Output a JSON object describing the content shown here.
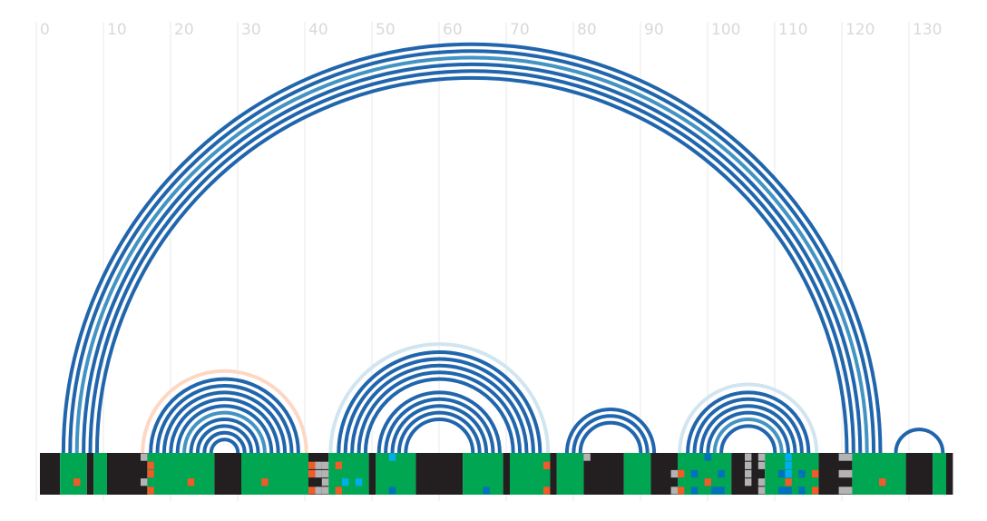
{
  "chart_data": {
    "type": "arc",
    "xlim": [
      0,
      133
    ],
    "x_ticks": [
      0,
      10,
      20,
      30,
      40,
      50,
      60,
      70,
      80,
      90,
      100,
      110,
      120,
      130
    ],
    "grid": true,
    "colors": {
      "arc_main": "#2166ac",
      "arc_mid": "#4393c3",
      "halo_orange": "#fcd8c4",
      "halo_blue": "#d1e5f0",
      "track_black": "#231f20",
      "track_green": "#00a651",
      "mark_orange": "#f15a29",
      "mark_grey": "#b3b3b3",
      "mark_cyan": "#00aeef",
      "mark_blue": "#0072bc"
    },
    "arc_groups": [
      {
        "name": "",
        "halo": null,
        "arcs": [
          [
            3.5,
            125.2,
            "main"
          ],
          [
            4.5,
            124.2,
            "main"
          ],
          [
            5.5,
            123.2,
            "mid"
          ],
          [
            6.5,
            122.2,
            "main"
          ],
          [
            7.5,
            121.2,
            "main"
          ],
          [
            8.5,
            120.2,
            "main"
          ]
        ]
      },
      {
        "name": "",
        "halo": "halo_orange",
        "arcs": [
          [
            16.5,
            38.5,
            "main"
          ],
          [
            17.5,
            37.5,
            "main"
          ],
          [
            18.5,
            36.5,
            "main"
          ],
          [
            19.5,
            35.5,
            "main"
          ],
          [
            20.5,
            34.5,
            "main"
          ],
          [
            21.5,
            33.5,
            "mid"
          ],
          [
            22.5,
            32.5,
            "main"
          ],
          [
            23.5,
            31.5,
            "main"
          ],
          [
            24.5,
            30.5,
            "main"
          ],
          [
            25.5,
            29.5,
            "main"
          ]
        ]
      },
      {
        "name": "",
        "halo": "halo_blue",
        "arcs": [
          [
            44.5,
            74.5,
            "main"
          ],
          [
            45.5,
            73.5,
            "main"
          ],
          [
            46.5,
            72.5,
            "main"
          ],
          [
            47.5,
            71.5,
            "main"
          ],
          [
            48.5,
            70.5,
            "main"
          ],
          [
            50.5,
            68.5,
            "main"
          ],
          [
            51.5,
            67.5,
            "main"
          ],
          [
            52.5,
            66.5,
            "main"
          ],
          [
            53.5,
            65.5,
            "main"
          ],
          [
            54.5,
            64.5,
            "main"
          ]
        ]
      },
      {
        "name": "",
        "halo": null,
        "arcs": [
          [
            78.5,
            91.5,
            "main"
          ],
          [
            79.5,
            90.5,
            "main"
          ],
          [
            80.5,
            89.5,
            "main"
          ]
        ]
      },
      {
        "name": "",
        "halo": "halo_blue",
        "arcs": [
          [
            96.5,
            114.5,
            "main"
          ],
          [
            97.5,
            113.5,
            "main"
          ],
          [
            98.5,
            112.5,
            "main"
          ],
          [
            99.5,
            111.5,
            "main"
          ],
          [
            100.5,
            110.5,
            "mid"
          ],
          [
            101.5,
            109.5,
            "main"
          ]
        ]
      },
      {
        "name": "",
        "halo": null,
        "arcs": [
          [
            127.5,
            134.5,
            "main"
          ]
        ]
      }
    ],
    "track_segments": [
      [
        0,
        3,
        "track_black"
      ],
      [
        3,
        7,
        "track_green"
      ],
      [
        7,
        8,
        "track_black"
      ],
      [
        8,
        10,
        "track_green"
      ],
      [
        10,
        16,
        "track_black"
      ],
      [
        16,
        26,
        "track_green"
      ],
      [
        26,
        30,
        "track_black"
      ],
      [
        30,
        40,
        "track_green"
      ],
      [
        40,
        43,
        "track_black"
      ],
      [
        43,
        49,
        "track_green"
      ],
      [
        49,
        50,
        "track_black"
      ],
      [
        50,
        56,
        "track_green"
      ],
      [
        56,
        63,
        "track_black"
      ],
      [
        63,
        69,
        "track_green"
      ],
      [
        69,
        70,
        "track_black"
      ],
      [
        70,
        76,
        "track_green"
      ],
      [
        76,
        77,
        "track_black"
      ],
      [
        77,
        81,
        "track_green"
      ],
      [
        81,
        87,
        "track_black"
      ],
      [
        87,
        91,
        "track_green"
      ],
      [
        91,
        95,
        "track_black"
      ],
      [
        95,
        103,
        "track_green"
      ],
      [
        103,
        108,
        "track_black"
      ],
      [
        108,
        116,
        "track_green"
      ],
      [
        116,
        121,
        "track_black"
      ],
      [
        121,
        129,
        "track_green"
      ],
      [
        129,
        133,
        "track_black"
      ],
      [
        133,
        135,
        "track_green"
      ],
      [
        135,
        136,
        "track_black"
      ]
    ],
    "track_marks": [
      [
        15,
        0,
        "mark_grey"
      ],
      [
        16,
        1,
        "mark_orange"
      ],
      [
        16,
        2,
        "mark_orange"
      ],
      [
        15,
        3,
        "mark_grey"
      ],
      [
        16,
        4,
        "mark_orange"
      ],
      [
        5,
        3,
        "mark_orange"
      ],
      [
        22,
        3,
        "mark_orange"
      ],
      [
        33,
        3,
        "mark_orange"
      ],
      [
        40,
        1,
        "mark_orange"
      ],
      [
        40,
        2,
        "mark_orange"
      ],
      [
        40,
        4,
        "mark_orange"
      ],
      [
        41,
        1,
        "mark_grey"
      ],
      [
        41,
        2,
        "mark_grey"
      ],
      [
        42,
        1,
        "mark_grey"
      ],
      [
        42,
        2,
        "mark_grey"
      ],
      [
        42,
        3,
        "mark_grey"
      ],
      [
        42,
        4,
        "mark_grey"
      ],
      [
        41,
        4,
        "mark_grey"
      ],
      [
        44,
        1,
        "mark_orange"
      ],
      [
        44,
        4,
        "mark_orange"
      ],
      [
        45,
        3,
        "mark_cyan"
      ],
      [
        47,
        3,
        "mark_cyan"
      ],
      [
        52,
        0,
        "mark_cyan"
      ],
      [
        52,
        4,
        "mark_blue"
      ],
      [
        66,
        4,
        "mark_blue"
      ],
      [
        75,
        1,
        "mark_orange"
      ],
      [
        75,
        4,
        "mark_orange"
      ],
      [
        81,
        0,
        "mark_grey"
      ],
      [
        94,
        2,
        "mark_grey"
      ],
      [
        95,
        2,
        "mark_orange"
      ],
      [
        97,
        2,
        "mark_blue"
      ],
      [
        94,
        4,
        "mark_grey"
      ],
      [
        95,
        4,
        "mark_orange"
      ],
      [
        97,
        4,
        "mark_blue"
      ],
      [
        99,
        0,
        "mark_blue"
      ],
      [
        99,
        3,
        "mark_orange"
      ],
      [
        101,
        2,
        "mark_blue"
      ],
      [
        100,
        4,
        "mark_blue"
      ],
      [
        101,
        4,
        "mark_blue"
      ],
      [
        105,
        0,
        "mark_grey"
      ],
      [
        105,
        1,
        "mark_grey"
      ],
      [
        105,
        2,
        "mark_grey"
      ],
      [
        105,
        3,
        "mark_grey"
      ],
      [
        107,
        0,
        "mark_grey"
      ],
      [
        107,
        1,
        "mark_grey"
      ],
      [
        107,
        3,
        "mark_grey"
      ],
      [
        107,
        4,
        "mark_grey"
      ],
      [
        111,
        0,
        "mark_cyan"
      ],
      [
        111,
        1,
        "mark_cyan"
      ],
      [
        110,
        2,
        "mark_blue"
      ],
      [
        111,
        2,
        "mark_cyan"
      ],
      [
        111,
        3,
        "mark_orange"
      ],
      [
        110,
        4,
        "mark_blue"
      ],
      [
        111,
        4,
        "mark_blue"
      ],
      [
        113,
        2,
        "mark_blue"
      ],
      [
        113,
        4,
        "mark_blue"
      ],
      [
        115,
        2,
        "mark_orange"
      ],
      [
        115,
        4,
        "mark_orange"
      ],
      [
        119,
        0,
        "mark_grey"
      ],
      [
        120,
        0,
        "mark_grey"
      ],
      [
        119,
        2,
        "mark_grey"
      ],
      [
        120,
        2,
        "mark_grey"
      ],
      [
        119,
        4,
        "mark_grey"
      ],
      [
        120,
        4,
        "mark_grey"
      ],
      [
        125,
        3,
        "mark_orange"
      ]
    ]
  }
}
